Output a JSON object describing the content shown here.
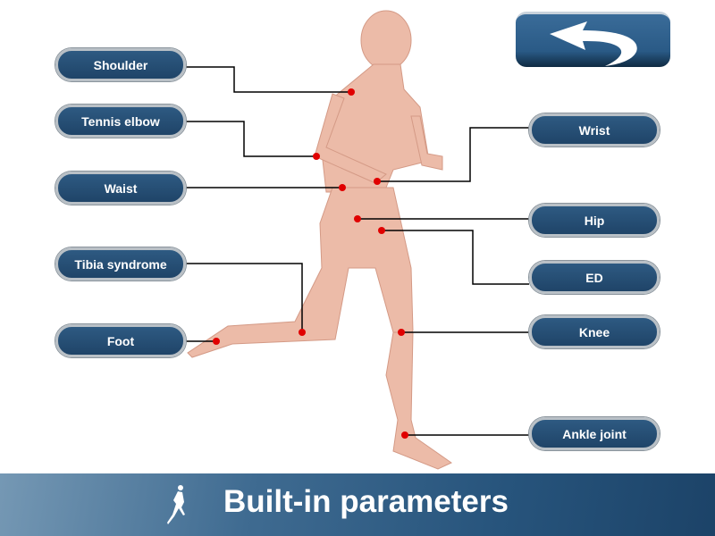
{
  "labels_left": [
    {
      "label": "Shoulder"
    },
    {
      "label": "Tennis elbow"
    },
    {
      "label": "Waist"
    },
    {
      "label": "Tibia syndrome"
    },
    {
      "label": "Foot"
    }
  ],
  "labels_right": [
    {
      "label": "Wrist"
    },
    {
      "label": "Hip"
    },
    {
      "label": "ED"
    },
    {
      "label": "Knee"
    },
    {
      "label": "Ankle joint"
    }
  ],
  "back_button": {
    "icon": "back-arrow-icon"
  },
  "footer": {
    "title": "Built-in parameters",
    "icon": "runner-icon"
  },
  "colors": {
    "button": "#234b72",
    "marker": "#e00000",
    "skin": "#eab7a4"
  }
}
